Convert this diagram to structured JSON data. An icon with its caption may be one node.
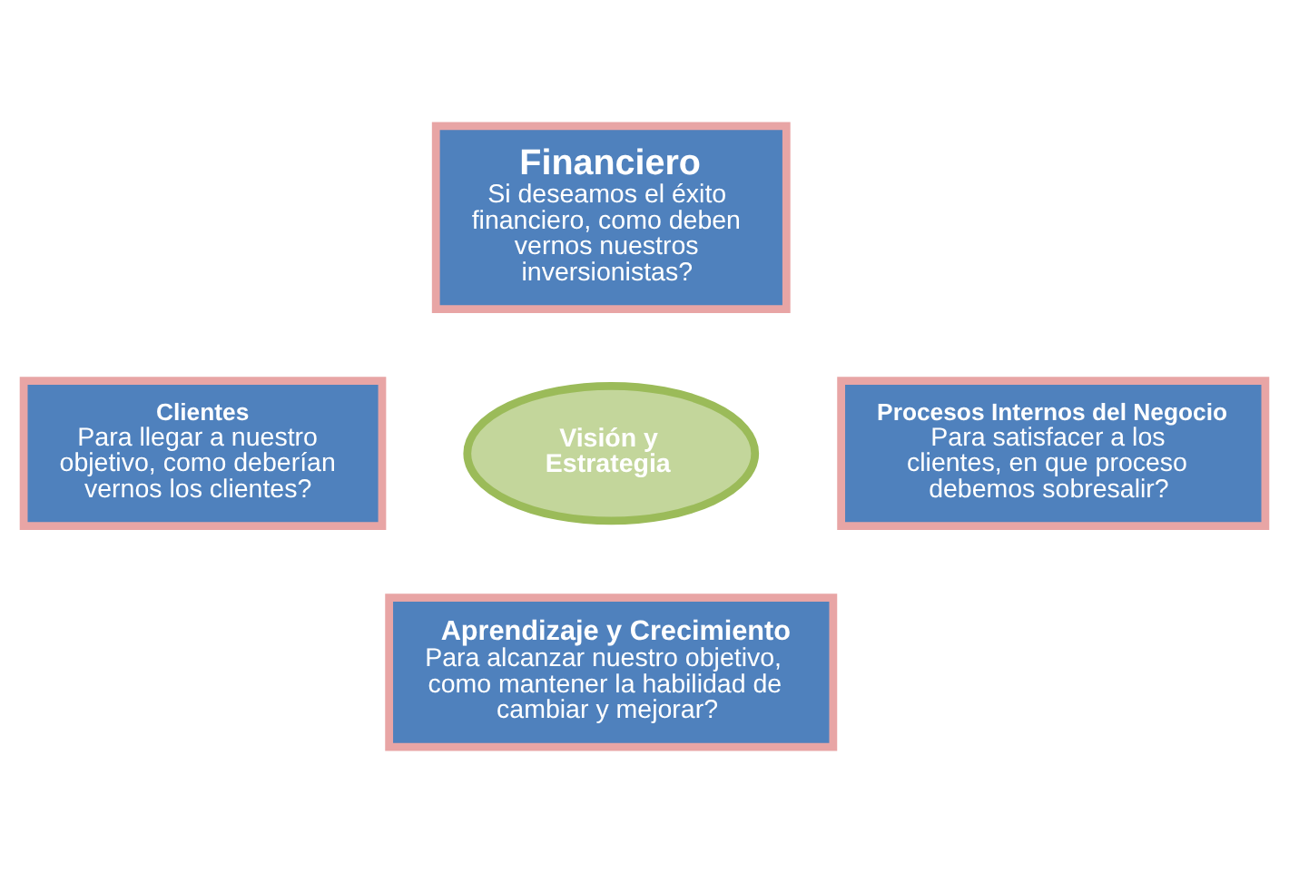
{
  "diagram": {
    "nodes": [
      {
        "text": [
          "Financiero",
          "Si deseamos el éxito financiero, como deben vernos nuestros inversionistas?"
        ]
      },
      {
        "text": [
          "Clientes",
          "Para llegar a nuestro objetivo, como deberían vernos los clientes?"
        ]
      },
      {
        "text": [
          "Visión y Estrategia"
        ]
      },
      {
        "text": [
          "Procesos Internos del Negocio",
          "Para satisfacer a los clientes, en que proceso debemos sobresalir?"
        ]
      },
      {
        "text": [
          "Aprendizaje y Crecimiento",
          "Para alcanzar nuestro objetivo, como mantener la habilidad de cambiar y mejorar?"
        ]
      }
    ],
    "edges": []
  }
}
